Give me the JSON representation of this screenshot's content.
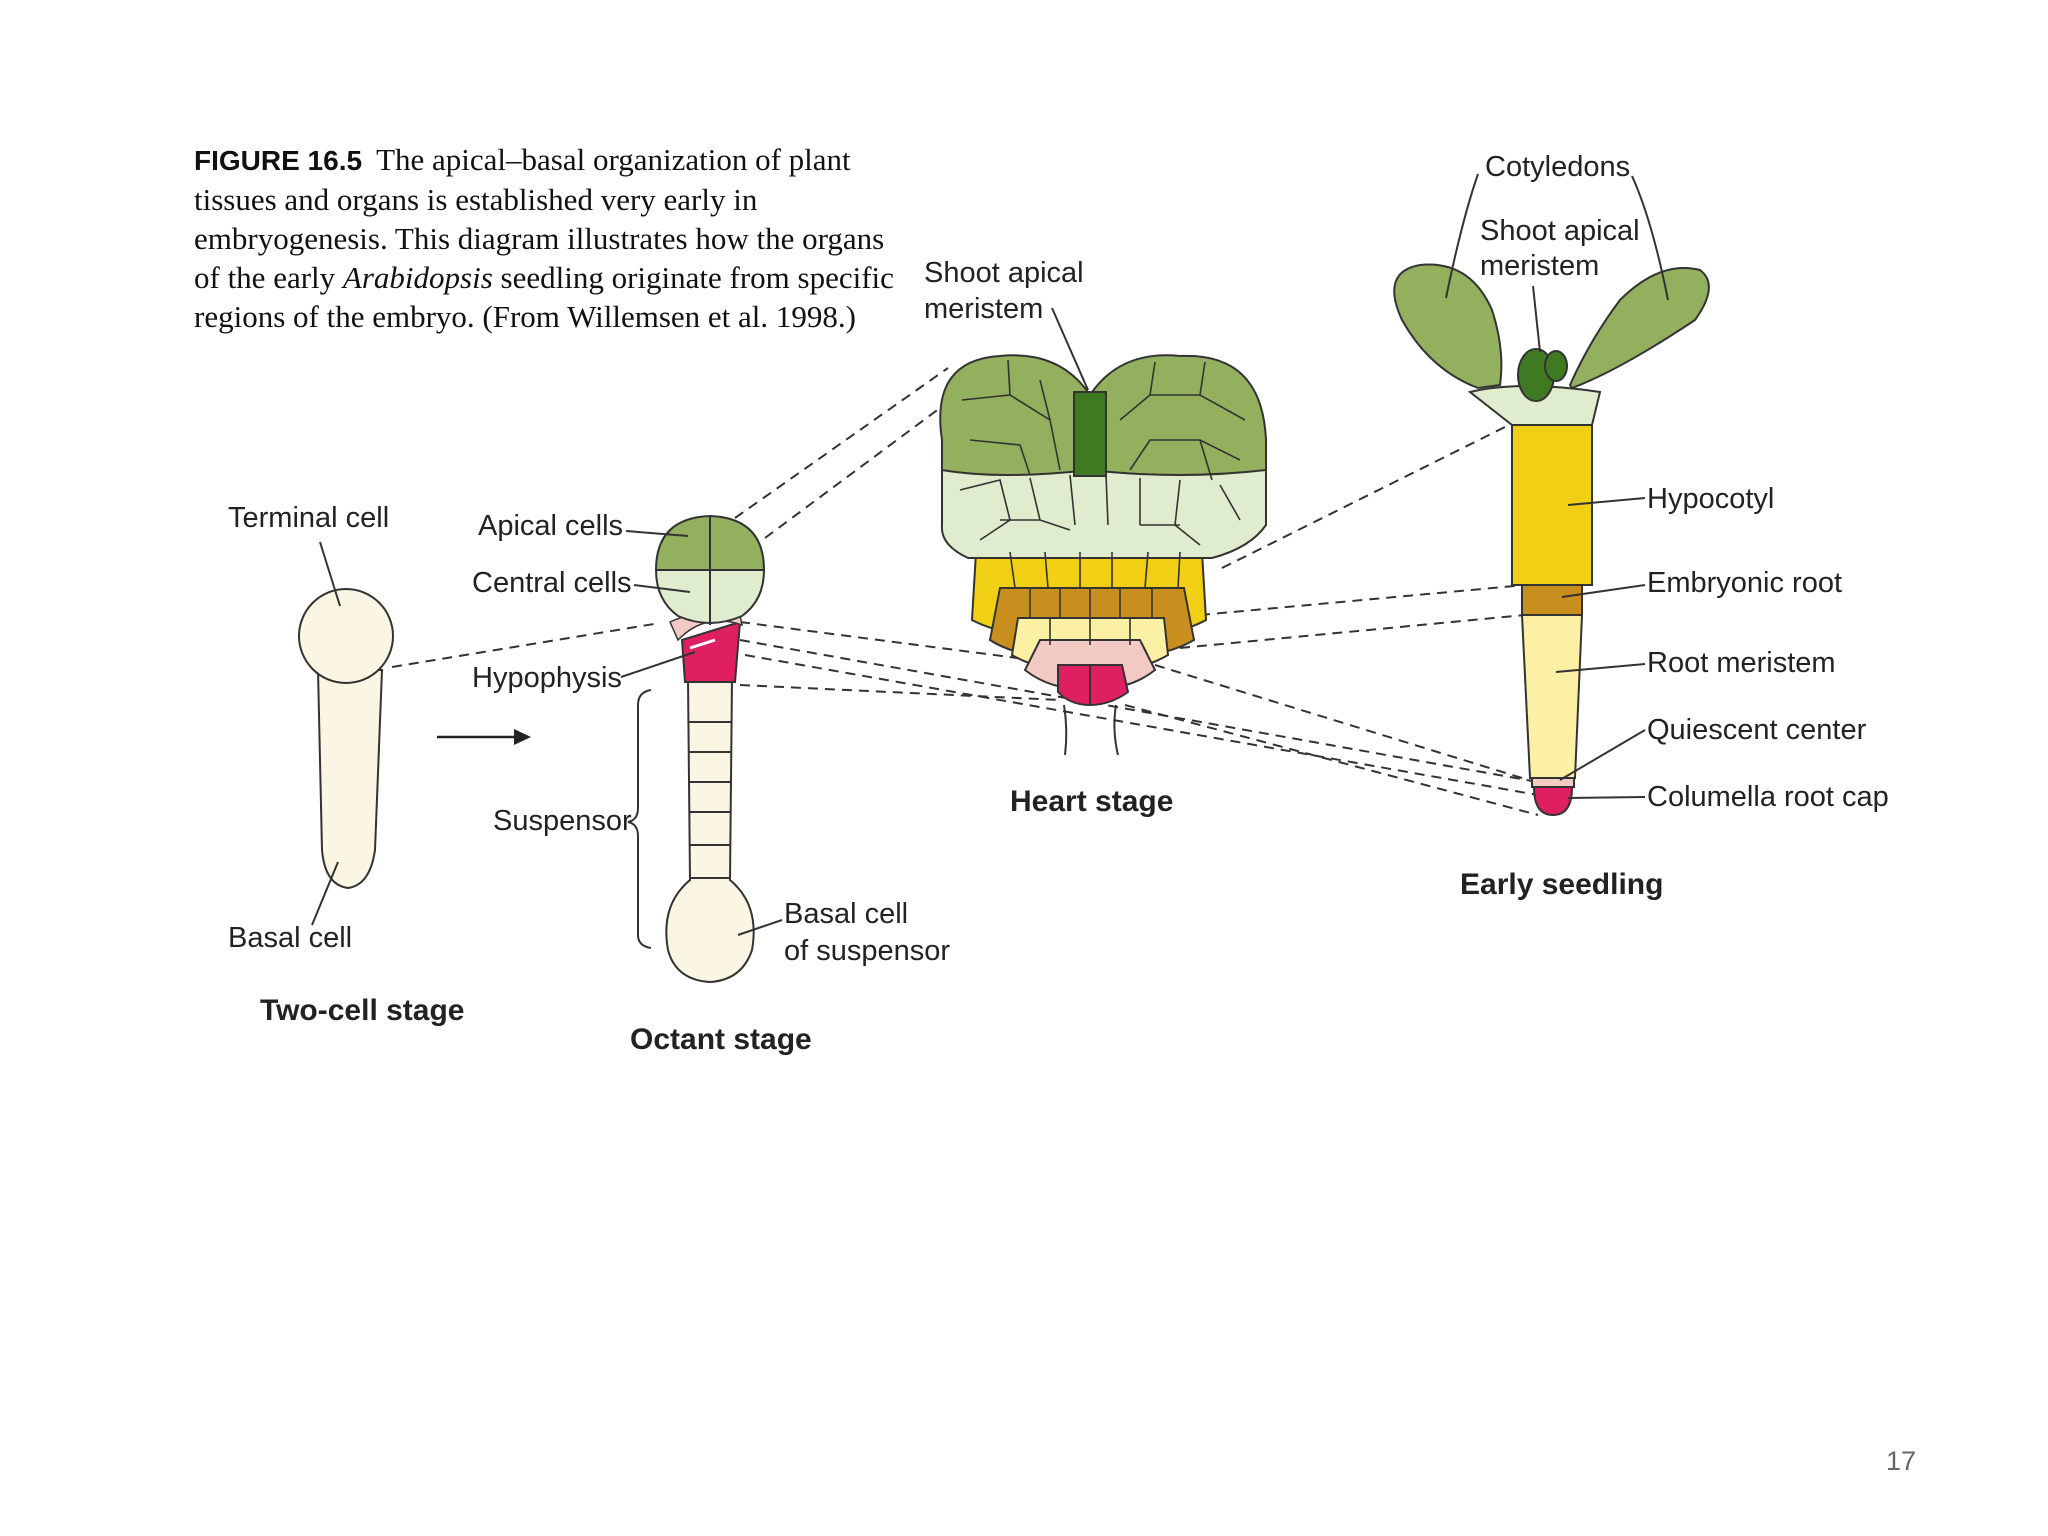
{
  "caption": {
    "figure_label": "FIGURE 16.5",
    "text_before_italic": "The apical–basal organization of plant tissues and organs is established very early in embryogenesis. This diagram illustrates how the organs of the early ",
    "italic": "Arabidopsis",
    "text_after_italic": " seedling originate from specific regions of the embryo. (From Willemsen et al. 1998.)"
  },
  "stages": {
    "two_cell": "Two-cell stage",
    "octant": "Octant stage",
    "heart": "Heart stage",
    "seedling": "Early seedling"
  },
  "labels": {
    "terminal_cell": "Terminal cell",
    "basal_cell": "Basal cell",
    "apical_cells": "Apical cells",
    "central_cells": "Central cells",
    "hypophysis": "Hypophysis",
    "suspensor": "Suspensor",
    "basal_cell_suspensor_1": "Basal cell",
    "basal_cell_suspensor_2": "of suspensor",
    "heart_sam_1": "Shoot apical",
    "heart_sam_2": "meristem",
    "cotyledons": "Cotyledons",
    "seedling_sam_1": "Shoot apical",
    "seedling_sam_2": "meristem",
    "hypocotyl": "Hypocotyl",
    "embryonic_root": "Embryonic root",
    "root_meristem": "Root meristem",
    "quiescent_center": "Quiescent center",
    "columella_root_cap": "Columella root cap"
  },
  "colors": {
    "apical_green": "#93b05e",
    "sam_dark_green": "#3f7a23",
    "central_pale_green": "#dfeccd",
    "hypocotyl_yellow": "#f0cf14",
    "embryonic_root_brown": "#c98f1e",
    "root_meristem_pale_yellow": "#fbf0a3",
    "quiescent_pink": "#f3c9c4",
    "columella_magenta": "#df1f62",
    "suspensor_cream": "#fbf5e3"
  },
  "page_number": "17"
}
